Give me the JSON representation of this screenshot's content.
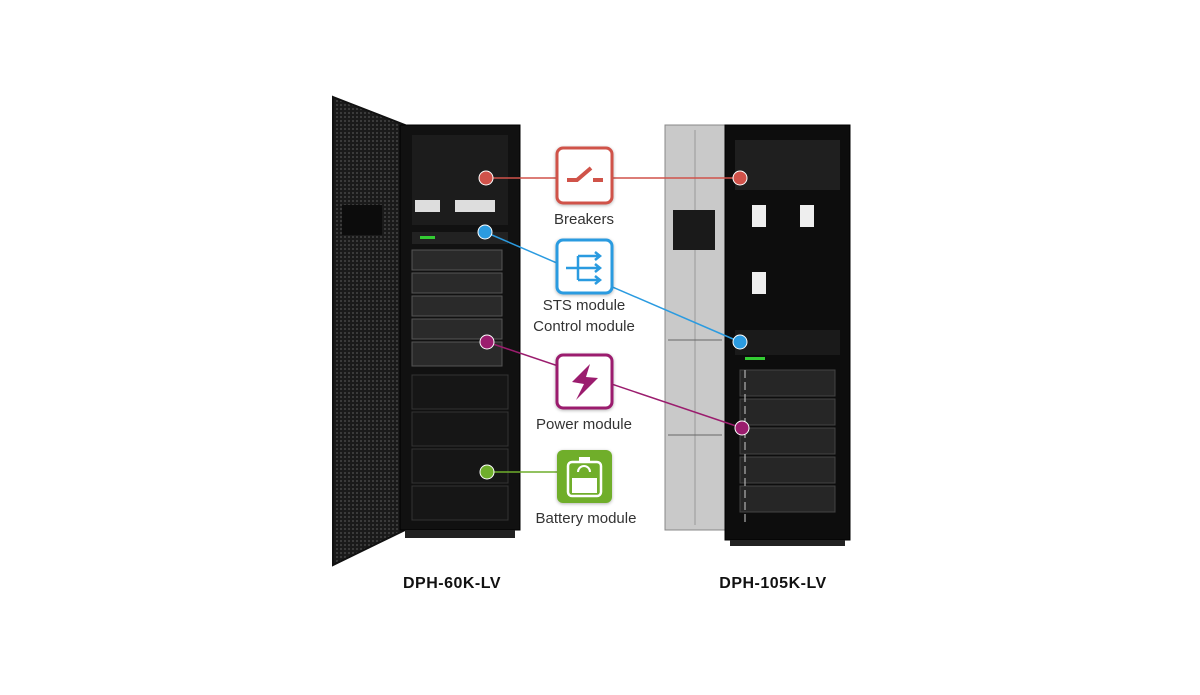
{
  "models": {
    "left": "DPH-60K-LV",
    "right": "DPH-105K-LV"
  },
  "callouts": [
    {
      "label": "Breakers",
      "icon": "breaker-switch-icon",
      "color": "#d0524a"
    },
    {
      "label_line1": "STS module",
      "label_line2": "Control module",
      "icon": "transfer-switch-icon",
      "color": "#2b9be0"
    },
    {
      "label": "Power module",
      "icon": "lightning-bolt-icon",
      "color": "#9b1d6e"
    },
    {
      "label": "Battery module",
      "icon": "battery-icon",
      "color": "#6fae2c"
    }
  ]
}
